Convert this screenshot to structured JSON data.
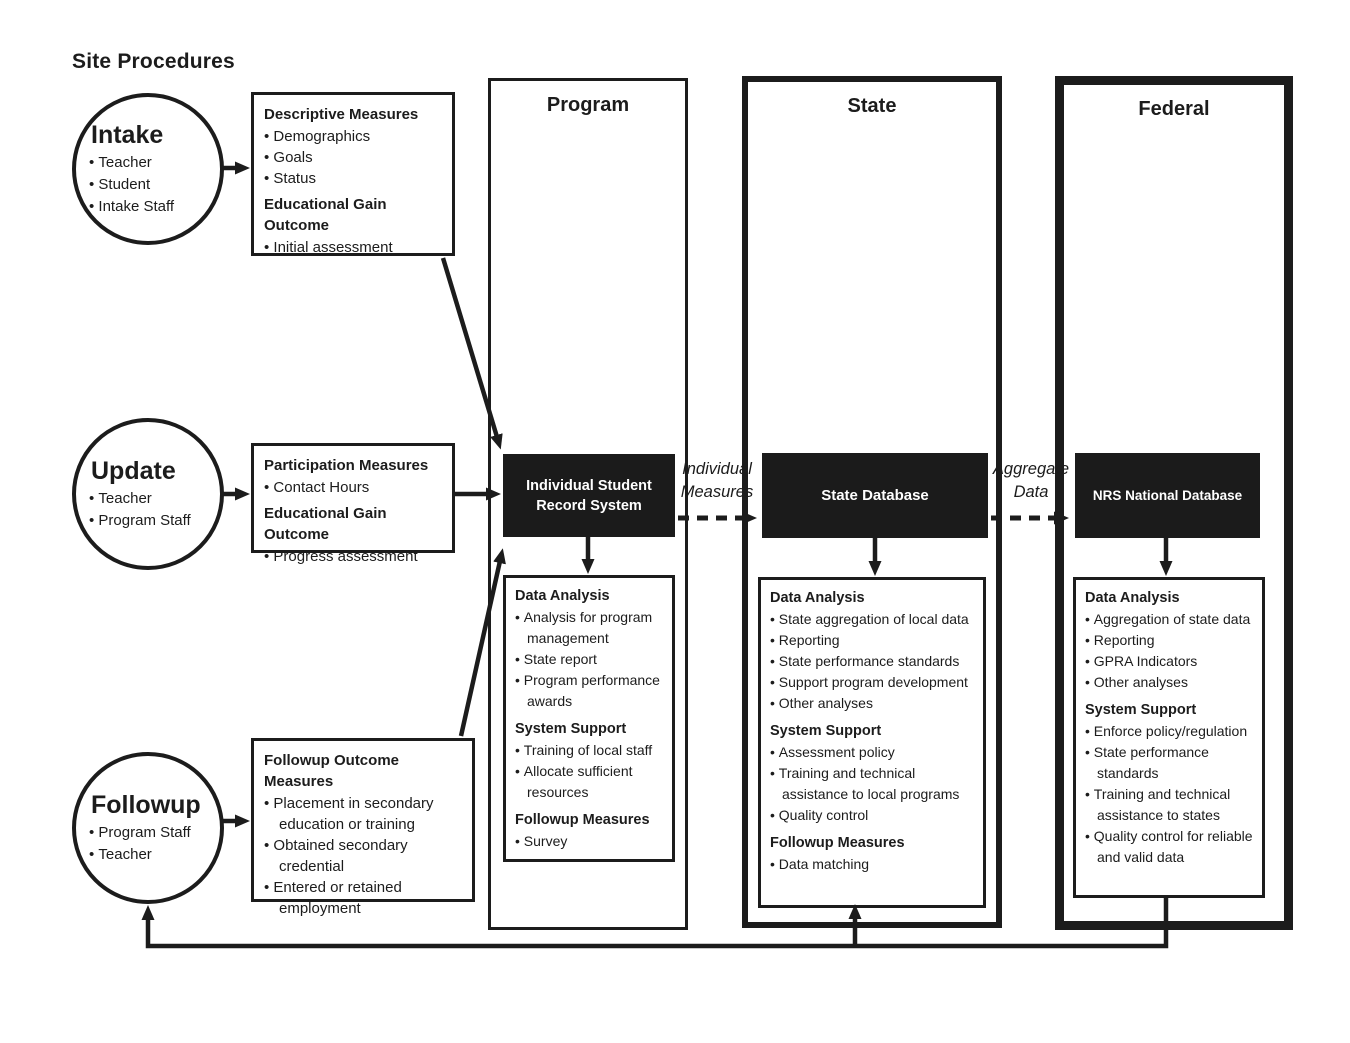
{
  "title": "Site Procedures",
  "colors": {
    "ink": "#1c1c1c",
    "database_fill": "#1b1b1b",
    "database_text": "#ffffff",
    "background": "#ffffff"
  },
  "circles": [
    {
      "title": "Intake",
      "items": [
        "Teacher",
        "Student",
        "Intake Staff"
      ]
    },
    {
      "title": "Update",
      "items": [
        "Teacher",
        "Program Staff"
      ]
    },
    {
      "title": "Followup",
      "items": [
        "Program Staff",
        "Teacher"
      ]
    }
  ],
  "measure_boxes": [
    {
      "sections": [
        {
          "heading": "Descriptive Measures",
          "items": [
            "Demographics",
            "Goals",
            "Status"
          ]
        },
        {
          "heading": "Educational Gain Outcome",
          "items": [
            "Initial assessment"
          ]
        }
      ]
    },
    {
      "sections": [
        {
          "heading": "Participation Measures",
          "items": [
            "Contact Hours"
          ]
        },
        {
          "heading": "Educational Gain Outcome",
          "items": [
            "Progress assessment"
          ]
        }
      ]
    },
    {
      "sections": [
        {
          "heading": "Followup Outcome Measures",
          "items": [
            "Placement in secondary education or training",
            "Obtained secondary credential",
            "Entered or retained employment"
          ]
        }
      ]
    }
  ],
  "columns": [
    {
      "title": "Program",
      "database": "Individual Student Record System",
      "detail": {
        "sections": [
          {
            "heading": "Data Analysis",
            "items": [
              "Analysis for program management",
              "State report",
              "Program performance awards"
            ]
          },
          {
            "heading": "System Support",
            "items": [
              "Training of local staff",
              "Allocate sufficient resources"
            ]
          },
          {
            "heading": "Followup Measures",
            "items": [
              "Survey"
            ]
          }
        ]
      }
    },
    {
      "title": "State",
      "database": "State Database",
      "detail": {
        "sections": [
          {
            "heading": "Data Analysis",
            "items": [
              "State aggregation of local data",
              "Reporting",
              "State performance standards",
              "Support program development",
              "Other analyses"
            ]
          },
          {
            "heading": "System Support",
            "items": [
              "Assessment policy",
              "Training and technical assistance to local programs",
              "Quality control"
            ]
          },
          {
            "heading": "Followup Measures",
            "items": [
              "Data matching"
            ]
          }
        ]
      }
    },
    {
      "title": "Federal",
      "database": "NRS National Database",
      "detail": {
        "sections": [
          {
            "heading": "Data Analysis",
            "items": [
              "Aggregation of state data",
              "Reporting",
              "GPRA Indicators",
              "Other analyses"
            ]
          },
          {
            "heading": "System Support",
            "items": [
              "Enforce policy/regulation",
              "State performance standards",
              "Training and technical assistance to states",
              "Quality control for reliable and valid data"
            ]
          }
        ]
      }
    }
  ],
  "flow_labels": [
    {
      "lines": [
        "Individual",
        "Measures"
      ]
    },
    {
      "lines": [
        "Aggregate",
        "Data"
      ]
    }
  ]
}
